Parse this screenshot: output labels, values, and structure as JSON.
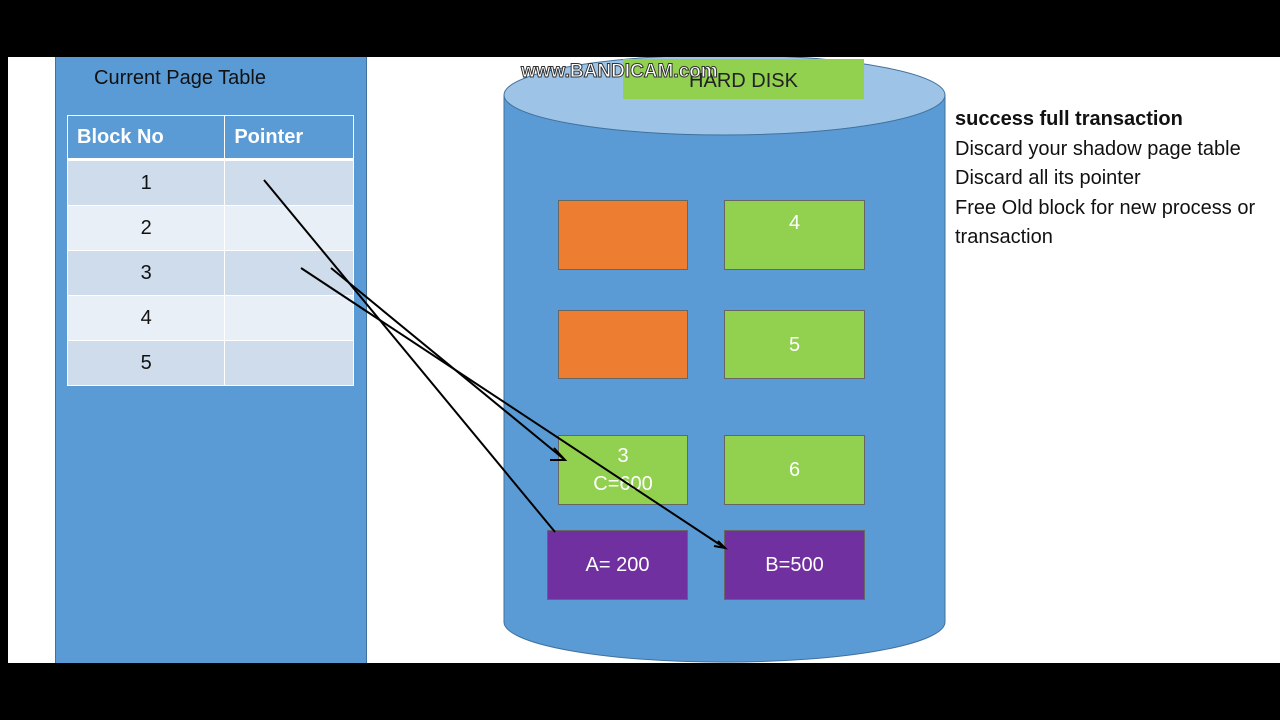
{
  "page_table": {
    "title": "Current Page Table",
    "headers": [
      "Block No",
      "Pointer"
    ],
    "rows": [
      "1",
      "2",
      "3",
      "4",
      "5"
    ]
  },
  "disk": {
    "label": "HARD DISK",
    "watermark": "www.BANDICAM.com",
    "blocks": {
      "b1": "",
      "b2": "4",
      "b3": "",
      "b4": "5",
      "b5_line1": "3",
      "b5_line2": "C=600",
      "b6": "6",
      "b7": "A= 200",
      "b8": "B=500"
    }
  },
  "notes": {
    "heading": "success full transaction",
    "lines": [
      "Discard  your shadow page table",
      "Discard all its pointer",
      "Free Old block for new process or",
      "transaction"
    ]
  },
  "colors": {
    "panel": "#5b9bd5",
    "old_block": "#ed7d31",
    "new_block": "#92d050",
    "data_block": "#7030a0"
  }
}
